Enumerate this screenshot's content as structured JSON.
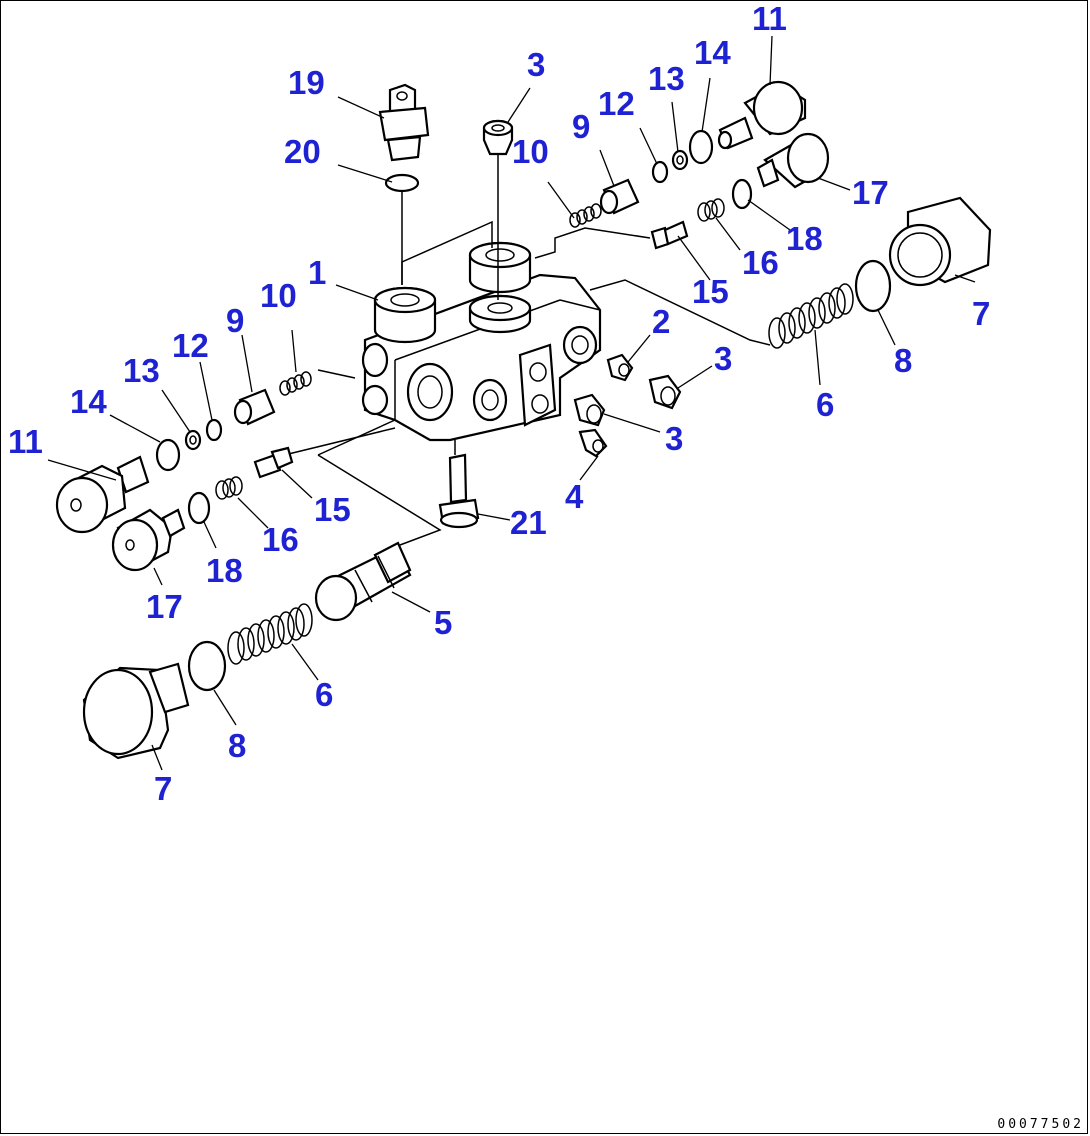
{
  "diagram": {
    "drawing_code": "00077502",
    "colors": {
      "callout": "#1e22d2",
      "line": "#000000",
      "background": "#ffffff"
    },
    "callouts": [
      {
        "id": "c19",
        "text": "19"
      },
      {
        "id": "c20",
        "text": "20"
      },
      {
        "id": "c3a",
        "text": "3"
      },
      {
        "id": "c10a",
        "text": "10"
      },
      {
        "id": "c9a",
        "text": "9"
      },
      {
        "id": "c12a",
        "text": "12"
      },
      {
        "id": "c13a",
        "text": "13"
      },
      {
        "id": "c14a",
        "text": "14"
      },
      {
        "id": "c11a",
        "text": "11"
      },
      {
        "id": "c17a",
        "text": "17"
      },
      {
        "id": "c18a",
        "text": "18"
      },
      {
        "id": "c16a",
        "text": "16"
      },
      {
        "id": "c15a",
        "text": "15"
      },
      {
        "id": "c7a",
        "text": "7"
      },
      {
        "id": "c8a",
        "text": "8"
      },
      {
        "id": "c6a",
        "text": "6"
      },
      {
        "id": "c1",
        "text": "1"
      },
      {
        "id": "c2",
        "text": "2"
      },
      {
        "id": "c3b",
        "text": "3"
      },
      {
        "id": "c3c",
        "text": "3"
      },
      {
        "id": "c4",
        "text": "4"
      },
      {
        "id": "c21",
        "text": "21"
      },
      {
        "id": "c10b",
        "text": "10"
      },
      {
        "id": "c9b",
        "text": "9"
      },
      {
        "id": "c12b",
        "text": "12"
      },
      {
        "id": "c13b",
        "text": "13"
      },
      {
        "id": "c14b",
        "text": "14"
      },
      {
        "id": "c11b",
        "text": "11"
      },
      {
        "id": "c18b",
        "text": "18"
      },
      {
        "id": "c16b",
        "text": "16"
      },
      {
        "id": "c15b",
        "text": "15"
      },
      {
        "id": "c17b",
        "text": "17"
      },
      {
        "id": "c5",
        "text": "5"
      },
      {
        "id": "c6b",
        "text": "6"
      },
      {
        "id": "c8b",
        "text": "8"
      },
      {
        "id": "c7b",
        "text": "7"
      }
    ]
  }
}
